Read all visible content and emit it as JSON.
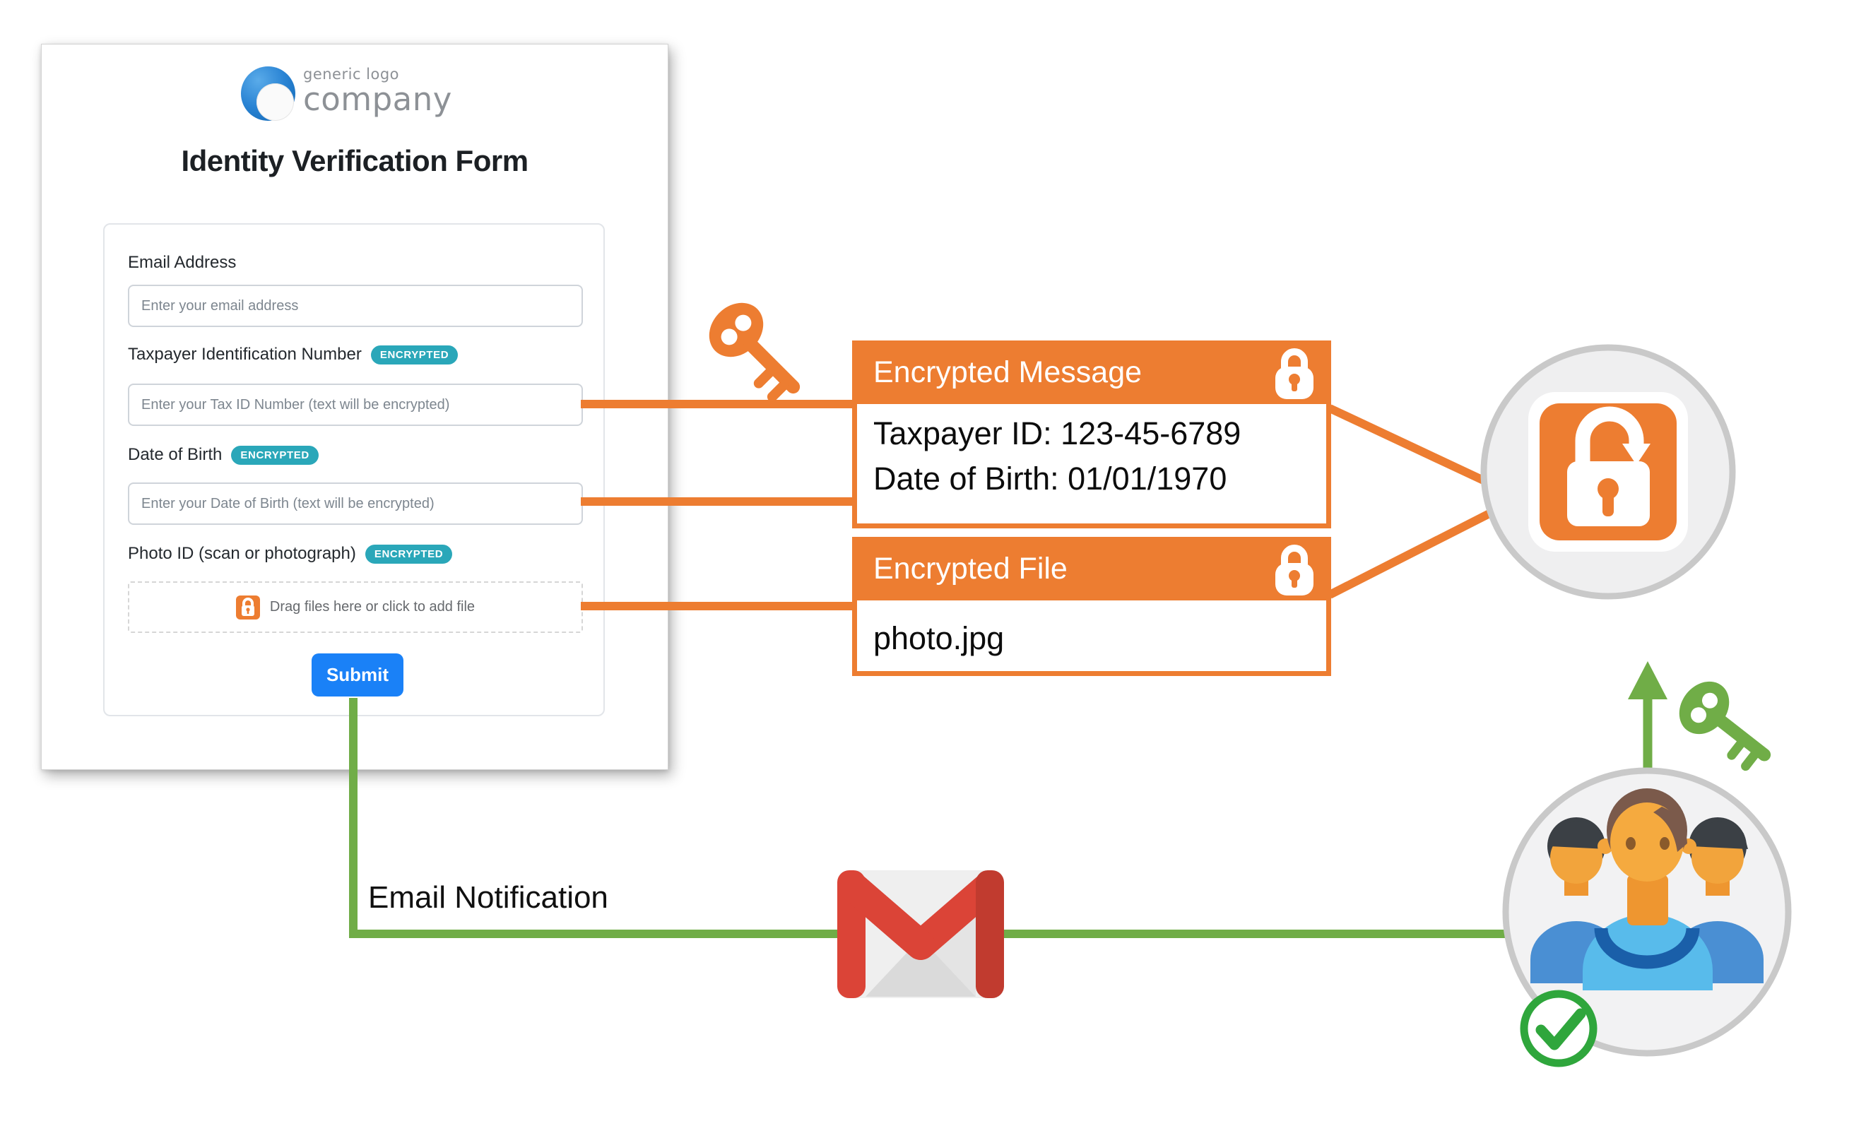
{
  "form": {
    "logo": {
      "top_text": "generic logo",
      "bottom_text": "company"
    },
    "title": "Identity Verification Form",
    "fields": [
      {
        "label": "Email Address",
        "badge": "",
        "placeholder": "Enter your email address"
      },
      {
        "label": "Taxpayer Identification Number",
        "badge": "ENCRYPTED",
        "placeholder": "Enter your Tax ID Number (text will be encrypted)"
      },
      {
        "label": "Date of Birth",
        "badge": "ENCRYPTED",
        "placeholder": "Enter your Date of Birth (text will be encrypted)"
      }
    ],
    "file_field": {
      "label": "Photo ID (scan or photograph)",
      "badge": "ENCRYPTED",
      "drop_text": "Drag files here or click to add file"
    },
    "submit_label": "Submit"
  },
  "encrypted_message": {
    "title": "Encrypted Message",
    "lines": [
      "Taxpayer ID: 123-45-6789",
      "Date of Birth: 01/01/1970"
    ]
  },
  "encrypted_file": {
    "title": "Encrypted File",
    "file_name": "photo.jpg"
  },
  "email_notification_label": "Email Notification",
  "colors": {
    "orange": "#ED7D31",
    "green": "#70AD47",
    "teal": "#2AA7B9",
    "submit_blue": "#1A81F7",
    "gmail_red": "#DB4437",
    "check_green": "#2FA63C"
  }
}
